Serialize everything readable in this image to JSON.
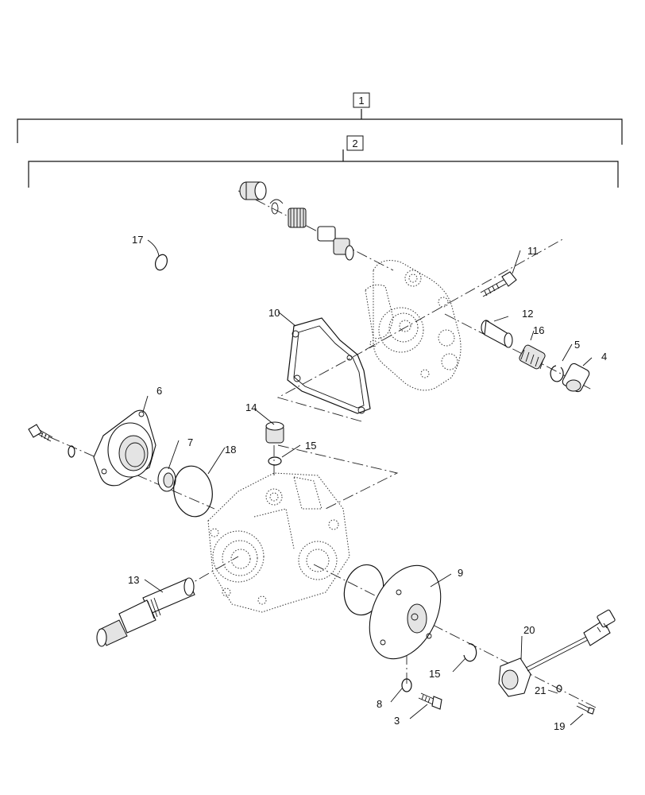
{
  "assembly_labels": [
    "1",
    "2"
  ],
  "callouts": {
    "c3": "3",
    "c4": "4",
    "c5": "5",
    "c6": "6",
    "c7": "7",
    "c8": "8",
    "c9": "9",
    "c10": "10",
    "c11": "11",
    "c12": "12",
    "c13": "13",
    "c14": "14",
    "c15a": "15",
    "c15b": "15",
    "c16": "16",
    "c17": "17",
    "c18": "18",
    "c19": "19",
    "c20": "20",
    "c21": "21"
  }
}
